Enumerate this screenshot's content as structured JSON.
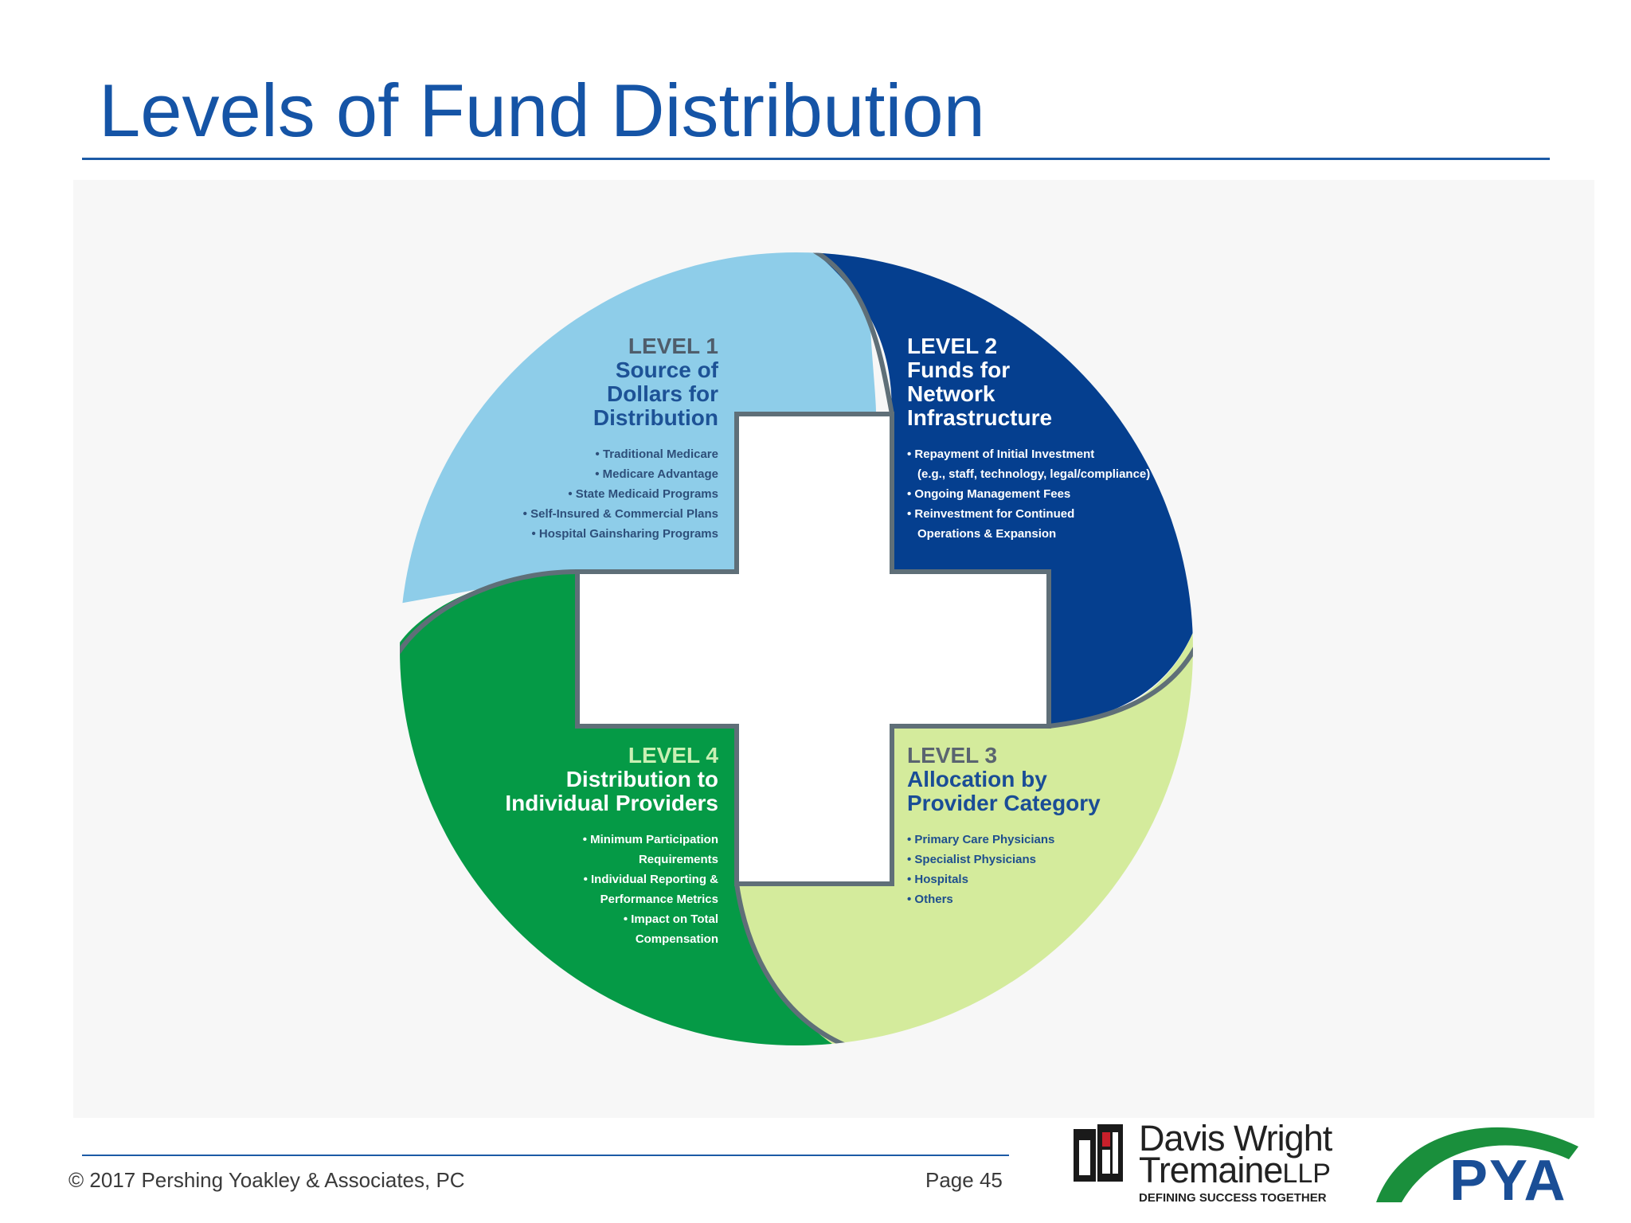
{
  "slide": {
    "title": "Levels of Fund Distribution",
    "footer": {
      "copyright": "© 2017 Pershing Yoakley & Associates, PC",
      "page": "Page 45"
    }
  },
  "diagram": {
    "colors": {
      "level1": "#8ecde9",
      "level2": "#053f8f",
      "level3": "#d4eb9c",
      "level4": "#059a46",
      "divider": "#5f6f78",
      "background": "#f7f7f7"
    },
    "quadrants": [
      {
        "level": "LEVEL 1",
        "title_lines": [
          "Source of",
          "Dollars for",
          "Distribution"
        ],
        "bullets": [
          "• Traditional Medicare",
          "• Medicare Advantage",
          "• State Medicaid Programs",
          "• Self-Insured & Commercial Plans",
          "• Hospital Gainsharing Programs"
        ]
      },
      {
        "level": "LEVEL 2",
        "title_lines": [
          "Funds for",
          "Network",
          "Infrastructure"
        ],
        "bullets": [
          "• Repayment of Initial Investment",
          "(e.g., staff, technology, legal/compliance)",
          "• Ongoing Management Fees",
          "• Reinvestment for Continued",
          "Operations & Expansion"
        ]
      },
      {
        "level": "LEVEL 3",
        "title_lines": [
          "Allocation by",
          "Provider Category"
        ],
        "bullets": [
          "• Primary Care Physicians",
          "• Specialist Physicians",
          "• Hospitals",
          "• Others"
        ]
      },
      {
        "level": "LEVEL 4",
        "title_lines": [
          "Distribution to",
          "Individual Providers"
        ],
        "bullets": [
          "• Minimum Participation",
          "Requirements",
          "• Individual Reporting &",
          "Performance Metrics",
          "• Impact on Total",
          "Compensation"
        ]
      }
    ]
  },
  "logos": {
    "dwt": {
      "name_line1": "Davis Wright",
      "name_line2": "Tremaine",
      "suffix": "LLP",
      "tagline": "DEFINING SUCCESS TOGETHER",
      "icon": "dwt-logo-mark"
    },
    "pya": {
      "text": "PYA",
      "arc_color": "#1a8f3c",
      "text_color": "#1a4e96"
    }
  }
}
